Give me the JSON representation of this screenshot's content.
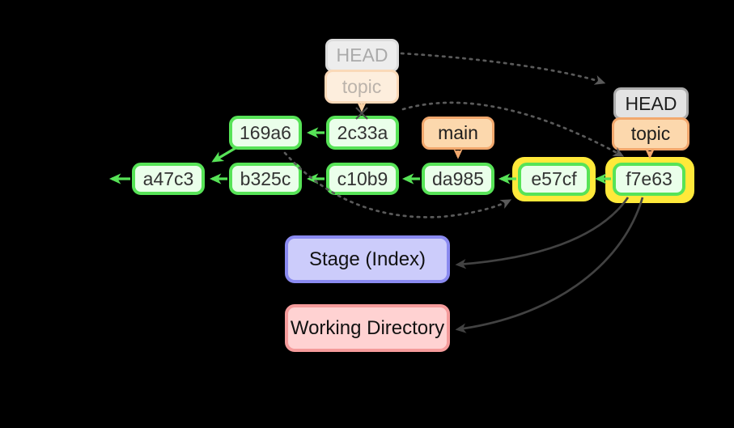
{
  "diagram": {
    "type": "git-commit-graph",
    "background": "#000000",
    "commits": [
      "a47c3",
      "b325c",
      "169a6",
      "2c33a",
      "c10b9",
      "da985",
      "e57cf",
      "f7e63"
    ],
    "highlighted_commits": [
      "e57cf",
      "f7e63"
    ],
    "refs": {
      "head_old": "HEAD",
      "topic_old": "topic",
      "head": "HEAD",
      "topic": "topic",
      "main": "main"
    },
    "areas": {
      "stage": "Stage (Index)",
      "working": "Working Directory"
    },
    "edges": [
      {
        "from": "2c33a",
        "to": "169a6",
        "style": "solid-green"
      },
      {
        "from": "169a6",
        "to": "a47c3",
        "style": "solid-green"
      },
      {
        "from": "c10b9",
        "to": "b325c",
        "style": "solid-green"
      },
      {
        "from": "b325c",
        "to": "a47c3",
        "style": "solid-green"
      },
      {
        "from": "a47c3",
        "to": "off-canvas-parent",
        "style": "solid-green"
      },
      {
        "from": "da985",
        "to": "c10b9",
        "style": "solid-green"
      },
      {
        "from": "e57cf",
        "to": "da985",
        "style": "solid-green"
      },
      {
        "from": "f7e63",
        "to": "e57cf",
        "style": "solid-green"
      },
      {
        "from": "main",
        "to": "da985",
        "style": "solid-orange"
      },
      {
        "from": "topic",
        "to": "f7e63",
        "style": "solid-orange"
      },
      {
        "from": "topic_old",
        "to": "2c33a",
        "style": "solid-orange-faded-crossed-out"
      },
      {
        "from": "head_old",
        "to": "head",
        "style": "dashed-gray"
      },
      {
        "from": "2c33a",
        "to": "f7e63",
        "style": "dashed-gray"
      },
      {
        "from": "169a6",
        "to": "e57cf",
        "style": "dashed-gray"
      },
      {
        "from": "f7e63",
        "to": "stage",
        "style": "solid-dark"
      },
      {
        "from": "f7e63",
        "to": "working",
        "style": "solid-dark"
      }
    ],
    "colors": {
      "commit_fill": "#eaffea",
      "commit_border": "#57e357",
      "highlight_yellow": "#ffe93a",
      "orange_fill": "#fcd8ad",
      "orange_border": "#f2a86d",
      "gray_fill": "#e3e3e3",
      "gray_border": "#ababab",
      "stage_fill": "#ccccfb",
      "stage_border": "#8a8af0",
      "working_fill": "#ffd2d2",
      "working_border": "#f59b9b",
      "dashed_arrow": "#5a5a5a",
      "dark_arrow": "#424242"
    }
  }
}
